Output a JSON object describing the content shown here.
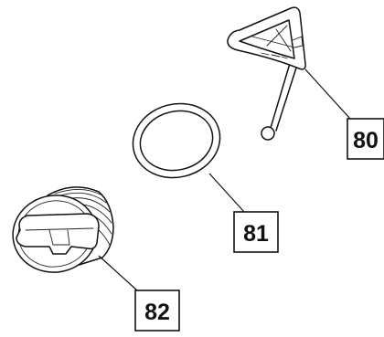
{
  "callouts": {
    "dipstick": "80",
    "o_ring": "81",
    "filler_plug": "82"
  }
}
